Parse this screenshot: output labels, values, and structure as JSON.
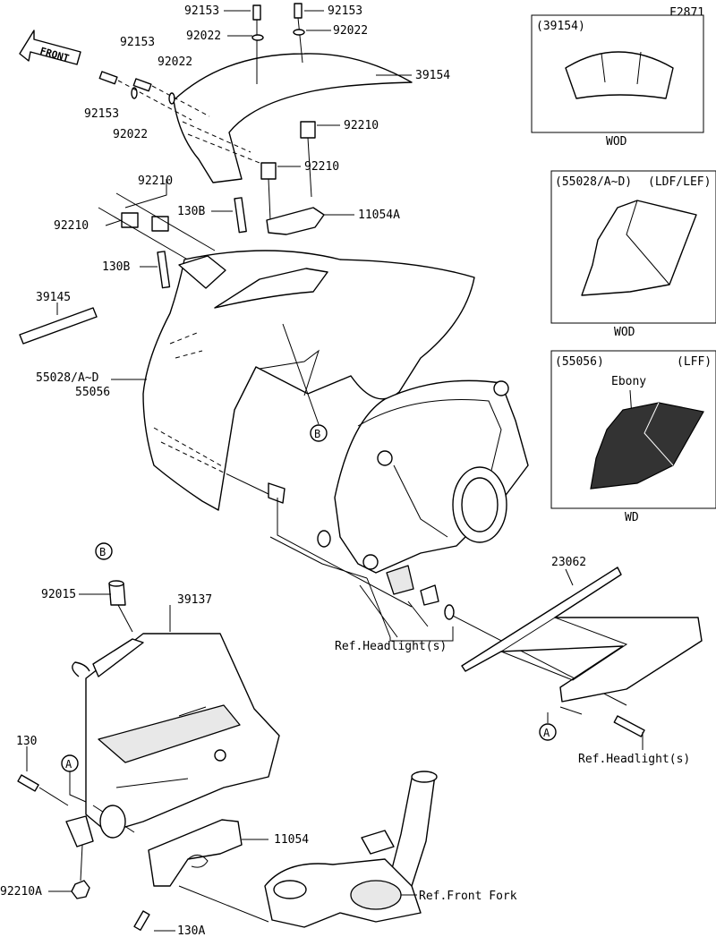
{
  "figure_code": "F2871",
  "front_label": "FRONT",
  "callouts": {
    "bolt_top_a": "92153",
    "bolt_top_b": "92153",
    "bolt_left_a": "92153",
    "bolt_left_b": "92153",
    "washer_top_a": "92022",
    "washer_top_b": "92022",
    "washer_left_a": "92022",
    "washer_left_b": "92022",
    "windshield": "39154",
    "grommet_right_a": "92210",
    "grommet_right_b": "92210",
    "grommet_left_a": "92210",
    "grommet_left_b": "92210",
    "bolt_130b_a": "130B",
    "bolt_130b_b": "130B",
    "bracket_11054a": "11054A",
    "strip": "39145",
    "cowl_a": "55028/A~D",
    "cowl_b": "55056",
    "ref_b_top": "B",
    "ref_b_bottom": "B",
    "collar": "92015",
    "stay": "39137",
    "bolt_130": "130",
    "ref_a_left": "A",
    "ref_a_right": "A",
    "bracket_11054": "11054",
    "nut_92210a": "92210A",
    "bolt_130a": "130A",
    "ref_headlight_center": "Ref.Headlight(s)",
    "ref_headlight_right": "Ref.Headlight(s)",
    "ref_front_fork": "Ref.Front Fork",
    "bracket_23062": "23062"
  },
  "insets": {
    "windshield": {
      "code": "(39154)",
      "color": "WOD"
    },
    "cowl_ldf": {
      "code": "(55028/A~D)",
      "model": "(LDF/LEF)",
      "color": "WOD"
    },
    "cowl_lff": {
      "code": "(55056)",
      "model": "(LFF)",
      "note": "Ebony",
      "color": "WD"
    }
  }
}
